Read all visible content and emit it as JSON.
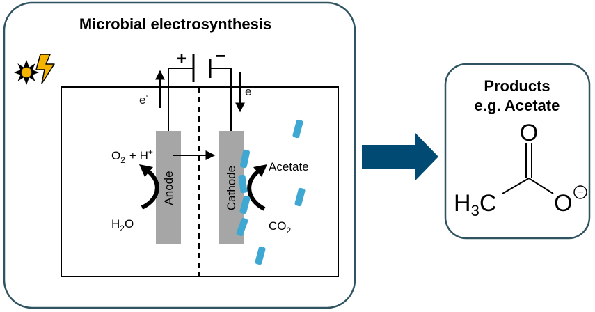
{
  "left_panel": {
    "title": "Microbial electrosynthesis",
    "icons": {
      "sun": "sun-icon",
      "lightning": "lightning-bolt-icon"
    },
    "battery": {
      "plus": "+",
      "minus": "−"
    },
    "electron_out": "e",
    "electron_in": "e",
    "electron_charge": "-",
    "anode_label": "Anode",
    "cathode_label": "Cathode",
    "anode_product": {
      "o": "O",
      "o_sub": "2",
      "plus": "+ H",
      "plus_sup": "+"
    },
    "anode_reactant": {
      "h": "H",
      "h_sub": "2",
      "o": "O"
    },
    "cathode_product": "Acetate",
    "cathode_reactant": {
      "co": "CO",
      "co_sub": "2"
    }
  },
  "right_panel": {
    "title_line1": "Products",
    "title_line2": "e.g. Acetate",
    "structure": {
      "oxygen_top": "O",
      "methyl_h": "H",
      "methyl_sub": "3",
      "methyl_c": "C",
      "oxygen_right": "O",
      "charge": "−"
    }
  },
  "colors": {
    "panel_border": "#2f5360",
    "arrow": "#004a73",
    "electrode": "#a6a6a6",
    "microbe": "#3ea7d2",
    "sun": "#f5b400",
    "lightning": "#f5b400"
  }
}
